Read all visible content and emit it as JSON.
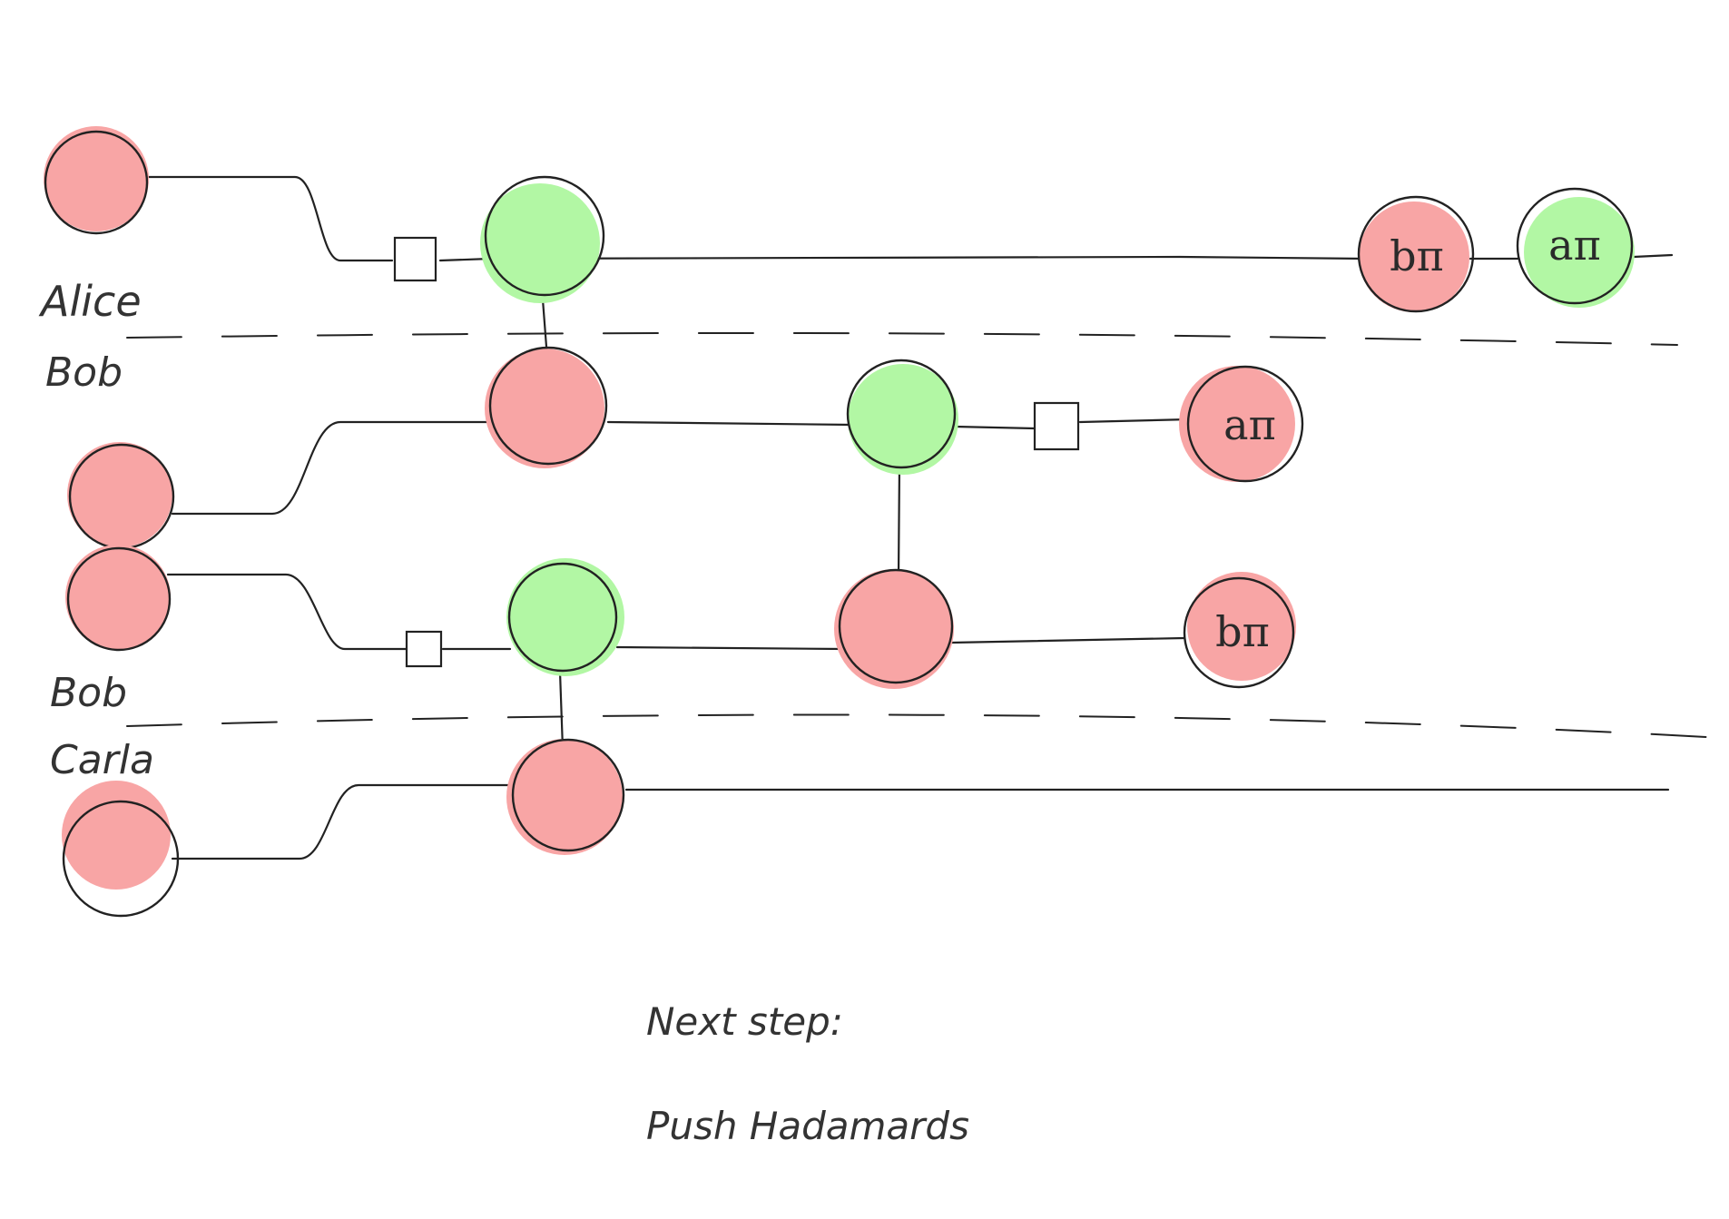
{
  "colors": {
    "red_spider": "#f8a5a5",
    "green_spider": "#b2f7a4",
    "ink": "#222222"
  },
  "labels": {
    "alice": "Alice",
    "bob_top": "Bob",
    "bob_bottom": "Bob",
    "carla": "Carla"
  },
  "phases": {
    "b_pi_top": "bπ",
    "a_pi_top": "aπ",
    "a_pi_mid": "aπ",
    "b_pi_mid": "bπ"
  },
  "notes": {
    "line1": "Next step:",
    "line2": "Push Hadamards"
  }
}
